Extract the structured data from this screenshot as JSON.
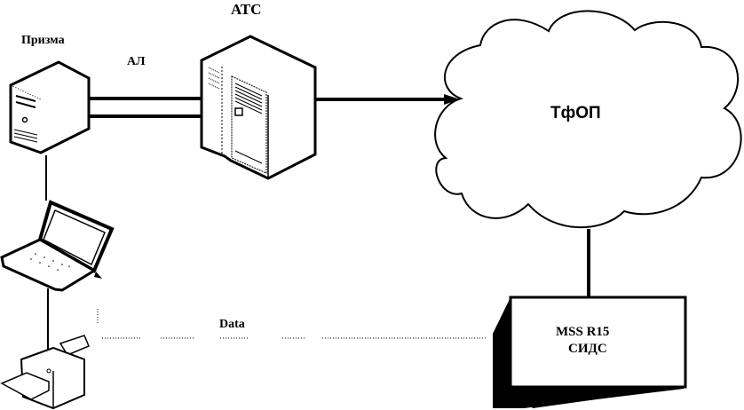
{
  "diagram": {
    "nodes": {
      "prizma": {
        "label": "Призма",
        "icon": "server-tower-icon"
      },
      "ats": {
        "label": "АТС",
        "icon": "telephone-exchange-cabinet-icon"
      },
      "tfop": {
        "label": "ТфОП",
        "icon": "cloud-icon"
      },
      "mss": {
        "label_line1": "MSS R15",
        "label_line2": "СИДС",
        "icon": "3d-box-icon"
      },
      "laptop": {
        "icon": "laptop-icon"
      },
      "printer": {
        "icon": "printer-icon"
      }
    },
    "links": {
      "al": {
        "label": "АЛ",
        "from": "prizma",
        "to": "ats",
        "style": "double-solid"
      },
      "ats_tfop": {
        "from": "ats",
        "to": "tfop",
        "style": "solid-arrow"
      },
      "tfop_mss": {
        "from": "tfop",
        "to": "mss",
        "style": "solid"
      },
      "prizma_laptop": {
        "from": "prizma",
        "to": "laptop",
        "style": "thin-solid"
      },
      "laptop_printer": {
        "from": "laptop",
        "to": "printer",
        "style": "thin-solid"
      },
      "data": {
        "label": "Data",
        "from": "printer",
        "to": "mss",
        "style": "dotted"
      }
    }
  }
}
